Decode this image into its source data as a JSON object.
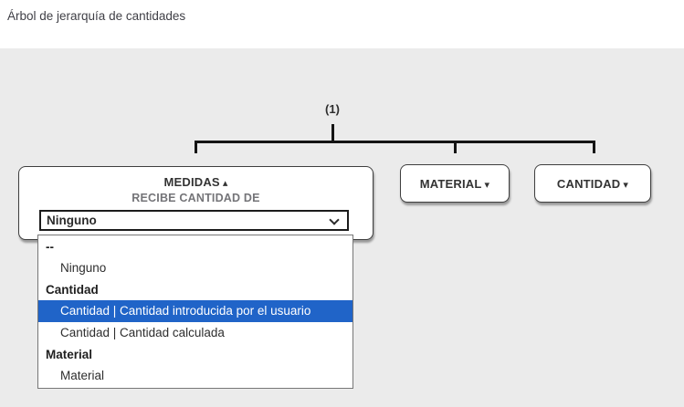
{
  "header": {
    "title": "Árbol de jerarquía de cantidades"
  },
  "tree": {
    "root_count_label": "(1)",
    "nodes": [
      {
        "id": "medidas",
        "title": "MEDIDAS",
        "subtitle": "RECIBE CANTIDAD DE",
        "expanded": true
      },
      {
        "id": "material",
        "title": "MATERIAL",
        "expanded": false
      },
      {
        "id": "cantidad",
        "title": "CANTIDAD",
        "expanded": false
      }
    ]
  },
  "receive_quantity_select": {
    "value": "Ninguno",
    "open": true,
    "groups": [
      {
        "label": "--",
        "options": [
          "Ninguno"
        ]
      },
      {
        "label": "Cantidad",
        "options": [
          "Cantidad | Cantidad introducida por el usuario",
          "Cantidad | Cantidad calculada"
        ]
      },
      {
        "label": "Material",
        "options": [
          "Material"
        ]
      }
    ],
    "highlighted_option": "Cantidad | Cantidad introducida por el usuario"
  },
  "icons": {
    "caret_up": "▴",
    "caret_down": "▾"
  },
  "colors": {
    "highlight_blue": "#2064c8",
    "panel_background": "#ebebeb",
    "connector_line": "#141414"
  }
}
